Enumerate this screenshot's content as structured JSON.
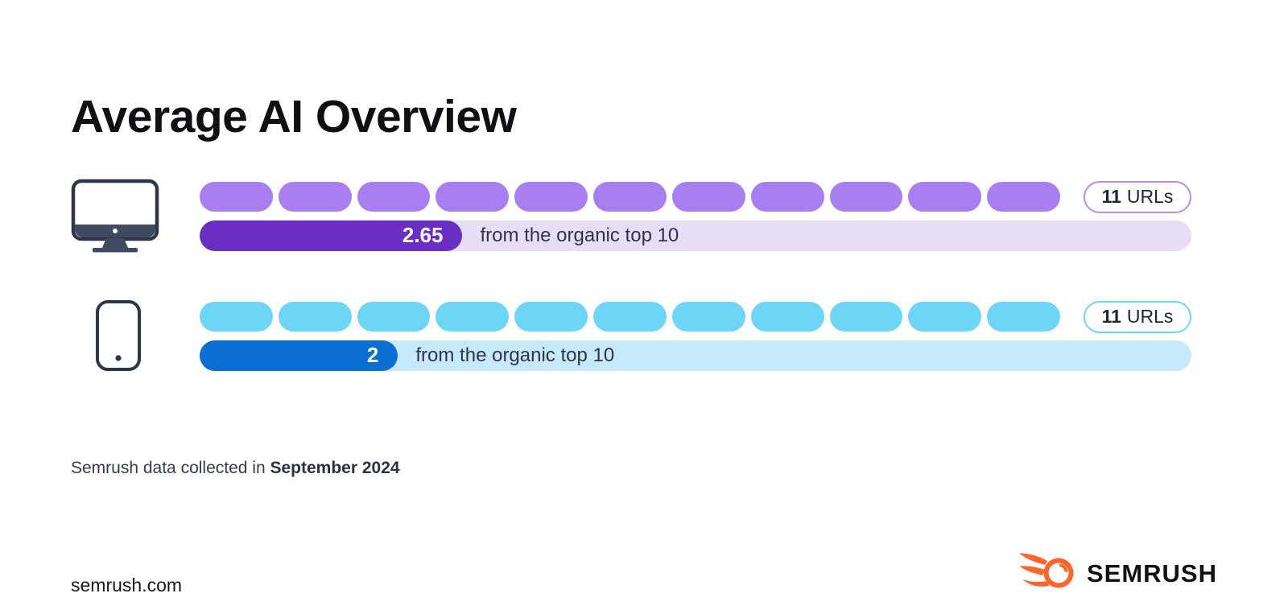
{
  "page": {
    "title": "Average AI Overview",
    "footnote": {
      "prefix": "Semrush data collected in",
      "date": "September 2024"
    },
    "footer": {
      "url": "semrush.com",
      "brand": "SEMRUSH"
    }
  },
  "chart_data": {
    "type": "bar",
    "title": "Average AI Overview",
    "scale_max": 10,
    "grid": false,
    "legend_position": "none",
    "rows": [
      {
        "device": "desktop",
        "pill_count": 11,
        "urls_in_ai_overview": 11,
        "badge_count": "11",
        "badge_unit": "URLs",
        "value": 2.65,
        "value_label": "2.65",
        "track_label": "from the organic top 10",
        "colors": {
          "pill": "#a87ef0",
          "bar": "#6a2ec4",
          "track": "#e7def5",
          "badge_border": "#b48cf2"
        }
      },
      {
        "device": "mobile",
        "pill_count": 11,
        "urls_in_ai_overview": 11,
        "badge_count": "11",
        "badge_unit": "URLs",
        "value": 2,
        "value_label": "2",
        "track_label": "from the organic top 10",
        "colors": {
          "pill": "#6ed5f7",
          "bar": "#0b6ed1",
          "track": "#c7e9fc",
          "badge_border": "#6ed5f7"
        }
      }
    ]
  },
  "colors": {
    "background": "#ffffff",
    "title_text": "#0f1014",
    "body_text": "#2e3443",
    "icon_dark": "#3f4961",
    "brand_orange": "#ff642d",
    "brand_text": "#121212"
  }
}
